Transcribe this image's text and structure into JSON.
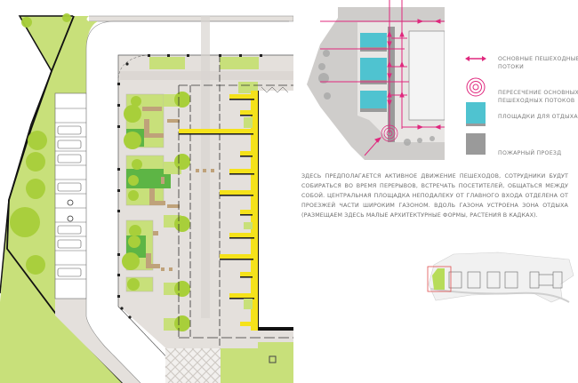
{
  "legend": {
    "items": [
      {
        "symbol": "double-arrow",
        "label": "Основные пешеходные потоки",
        "color": "#e0287e"
      },
      {
        "symbol": "concentric-circles",
        "label": "Пересечение основных пешеходных потоков",
        "color": "#e0287e"
      },
      {
        "symbol": "cyan-square",
        "label": "Площадки для отдыха",
        "color": "#4fc3d0"
      },
      {
        "symbol": "gray-square",
        "label": "Пожарный проезд",
        "color": "#9a9a9a"
      }
    ]
  },
  "description": {
    "text": "Здесь предполагается активное движение пешеходов, сотрудники будут собираться во время перерывов, встречать посетителей, общаться между собой. Центральная площадка неподалеку от главного входа отделена от проезжей части широким газоном. Вдоль газона устроена зона отдыха (размещаем здесь малые архитектурные формы, растения в кадках)."
  },
  "plan": {
    "colors": {
      "lawn": "#c8e07a",
      "lawn_dark": "#5db545",
      "tree": "#a8cf3a",
      "paving": "#e4e0dc",
      "road": "#dedad6",
      "yellow": "#f5e21a",
      "bench": "#bfa27a",
      "wall": "#111111"
    },
    "parking": {
      "spaces": [
        "car",
        "car",
        "car",
        "empty",
        "car",
        "accessible",
        "accessible",
        "empty",
        "car",
        "car",
        "empty",
        "car"
      ]
    }
  },
  "keyplan": {
    "highlight_color": "#e05050"
  }
}
